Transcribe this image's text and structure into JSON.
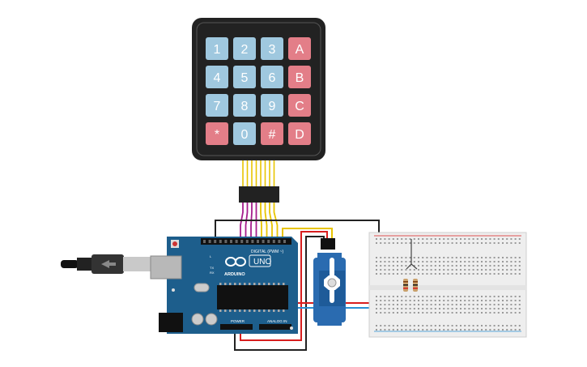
{
  "keypad": {
    "keys": [
      {
        "label": "1",
        "kind": "digit"
      },
      {
        "label": "2",
        "kind": "digit"
      },
      {
        "label": "3",
        "kind": "digit"
      },
      {
        "label": "A",
        "kind": "letter"
      },
      {
        "label": "4",
        "kind": "digit"
      },
      {
        "label": "5",
        "kind": "digit"
      },
      {
        "label": "6",
        "kind": "digit"
      },
      {
        "label": "B",
        "kind": "letter"
      },
      {
        "label": "7",
        "kind": "digit"
      },
      {
        "label": "8",
        "kind": "digit"
      },
      {
        "label": "9",
        "kind": "digit"
      },
      {
        "label": "C",
        "kind": "letter"
      },
      {
        "label": "*",
        "kind": "symbol"
      },
      {
        "label": "0",
        "kind": "digit"
      },
      {
        "label": "#",
        "kind": "symbol"
      },
      {
        "label": "D",
        "kind": "letter"
      }
    ],
    "ribbon_colors": [
      "#a51d8c",
      "#a51d8c",
      "#a51d8c",
      "#a51d8c",
      "#e8c400",
      "#e8c400",
      "#e8c400",
      "#e8c400"
    ]
  },
  "arduino": {
    "brand": "ARDUINO",
    "model": "UNO",
    "digital_label": "DIGITAL (PWM ~)",
    "power_label": "POWER",
    "analog_label": "ANALOG IN",
    "side_labels": [
      "TX",
      "RX",
      "L"
    ]
  },
  "colors": {
    "key_digit": "#9fc8df",
    "key_letter": "#e37e88",
    "keypad_body": "#222222",
    "board": "#1d5e8c",
    "wire_red": "#d81e1e",
    "wire_black": "#222222",
    "wire_blue": "#2a8fd4",
    "wire_yellow": "#e8c400",
    "wire_magenta": "#a51d8c",
    "servo": "#2a6bb0",
    "breadboard": "#eeeeee"
  }
}
